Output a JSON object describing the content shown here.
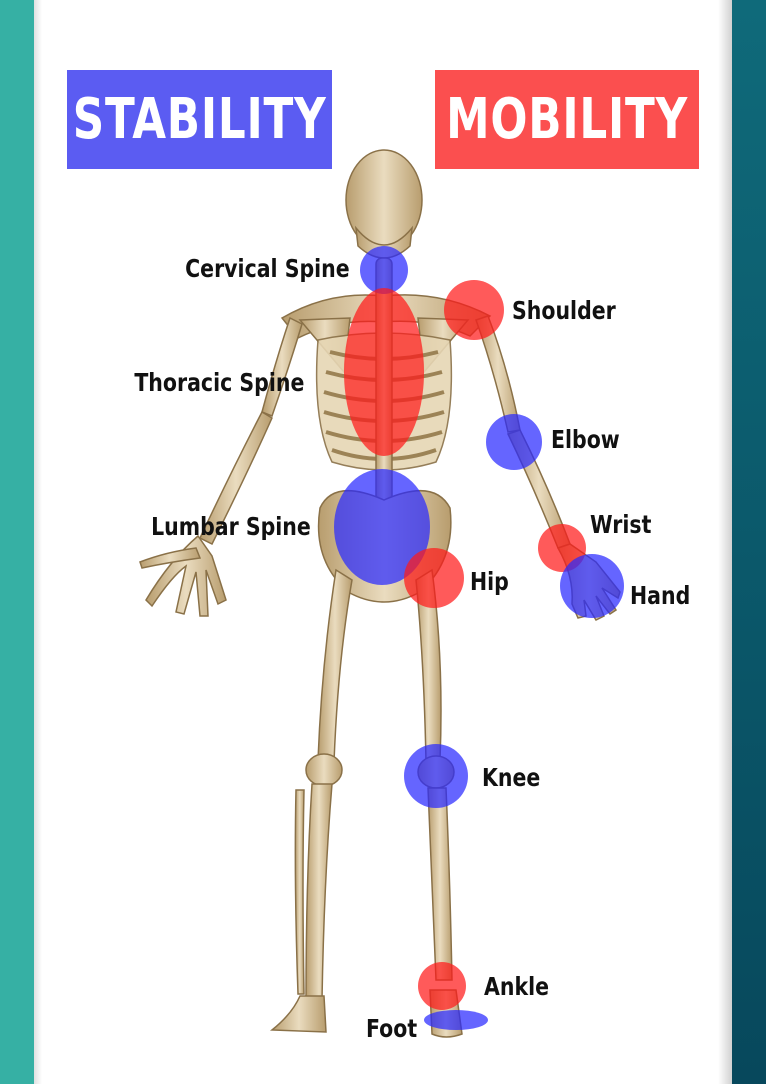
{
  "banners": {
    "stability": "STABILITY",
    "mobility": "MOBILITY"
  },
  "colors": {
    "stability": "#5b5cf2",
    "mobility": "#fb4f4f",
    "stability_marker": "#2a2aff",
    "mobility_marker": "#ff1a1a",
    "bone": "#d9c7a3",
    "edge_left": "#36b0a4",
    "edge_right": "#07485c"
  },
  "joints": [
    {
      "label": "Cervical Spine",
      "type": "stability"
    },
    {
      "label": "Shoulder",
      "type": "mobility"
    },
    {
      "label": "Thoracic Spine",
      "type": "mobility"
    },
    {
      "label": "Elbow",
      "type": "stability"
    },
    {
      "label": "Wrist",
      "type": "mobility"
    },
    {
      "label": "Lumbar Spine",
      "type": "stability"
    },
    {
      "label": "Hip",
      "type": "mobility"
    },
    {
      "label": "Hand",
      "type": "stability"
    },
    {
      "label": "Knee",
      "type": "stability"
    },
    {
      "label": "Ankle",
      "type": "mobility"
    },
    {
      "label": "Foot",
      "type": "stability"
    }
  ]
}
